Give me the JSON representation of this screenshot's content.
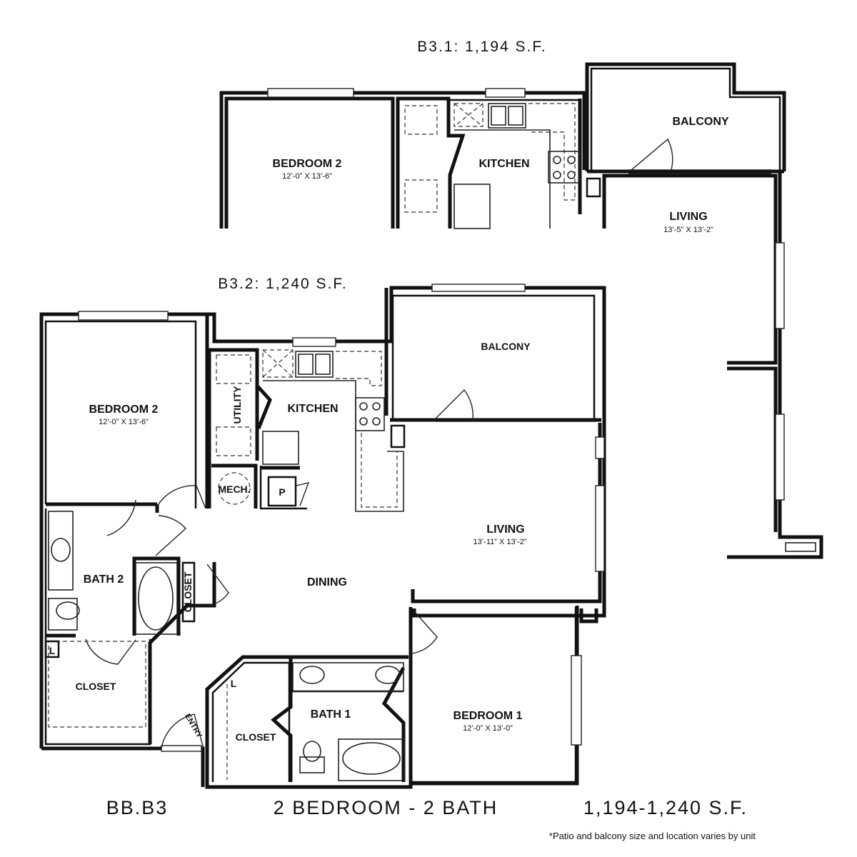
{
  "variants": {
    "b31": "B3.1: 1,194 S.F.",
    "b32": "B3.2: 1,240 S.F."
  },
  "upper": {
    "bedroom2": {
      "name": "BEDROOM 2",
      "dims": "12’-0” X 13’-6”"
    },
    "kitchen": {
      "name": "KITCHEN"
    },
    "balcony": {
      "name": "BALCONY"
    },
    "living": {
      "name": "LIVING",
      "dims": "13’-5” X 13’-2”"
    }
  },
  "lower": {
    "bedroom2": {
      "name": "BEDROOM 2",
      "dims": "12’-0” X 13’-6”"
    },
    "utility": "UTILITY",
    "kitchen": "KITCHEN",
    "balcony": "BALCONY",
    "mech": "MECH.",
    "pantry": "P",
    "living": {
      "name": "LIVING",
      "dims": "13’-11” X 13’-2”"
    },
    "bath2": "BATH 2",
    "closet_vertical": "CLOSET",
    "dining": "DINING",
    "linen_left": "L",
    "closet_left": "CLOSET",
    "entry": "ENTRY",
    "linen_bath1": "L",
    "closet_bath1": "CLOSET",
    "bath1": "BATH 1",
    "bedroom1": {
      "name": "BEDROOM 1",
      "dims": "12’-0” X 13’-0”"
    }
  },
  "footer": {
    "plan_code": "BB.B3",
    "unit_type": "2 BEDROOM - 2 BATH",
    "area_range": "1,194-1,240 S.F.",
    "note": "*Patio and balcony size and location varies by unit"
  }
}
